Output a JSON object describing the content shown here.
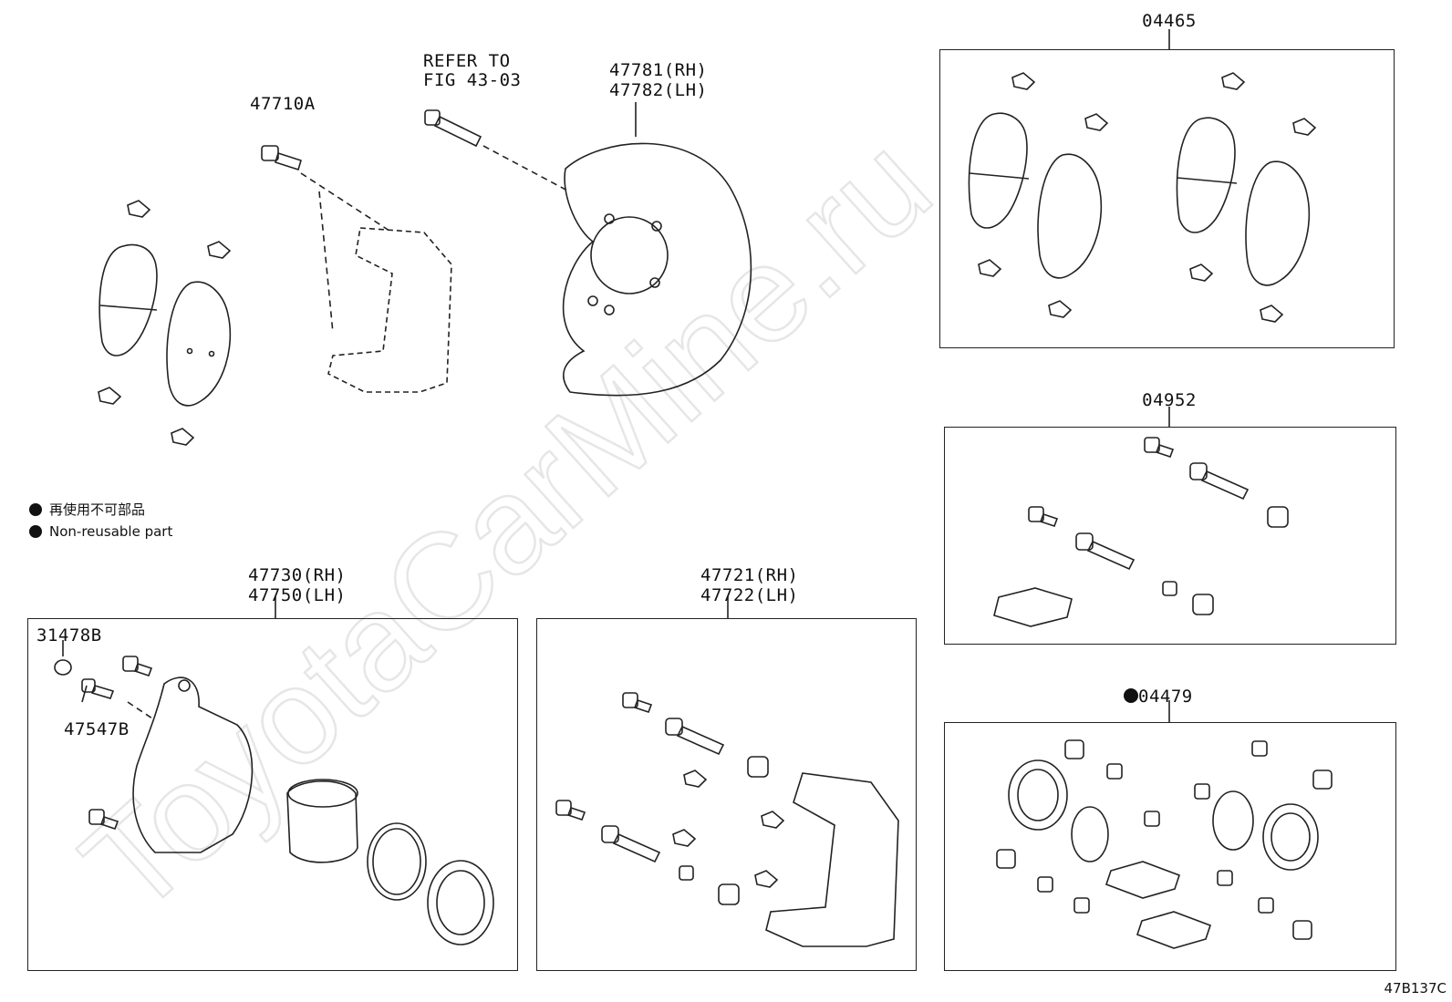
{
  "labels": {
    "kit_04465": "04465",
    "kit_04952": "04952",
    "kit_04479": "04479",
    "bolt_47710a": "47710A",
    "refer_line1": "REFER TO",
    "refer_line2": "FIG 43-03",
    "shield_rh": "47781(RH)",
    "shield_lh": "47782(LH)",
    "caliper_rh": "47730(RH)",
    "caliper_lh": "47750(LH)",
    "mount_rh": "47721(RH)",
    "mount_lh": "47722(LH)",
    "cap_31478b": "31478B",
    "bleeder_47547b": "47547B"
  },
  "legend": {
    "jp": "再使用不可部品",
    "en": "Non-reusable part"
  },
  "watermark": "ToyotaCarMine.ru",
  "figure_id": "47B137C"
}
